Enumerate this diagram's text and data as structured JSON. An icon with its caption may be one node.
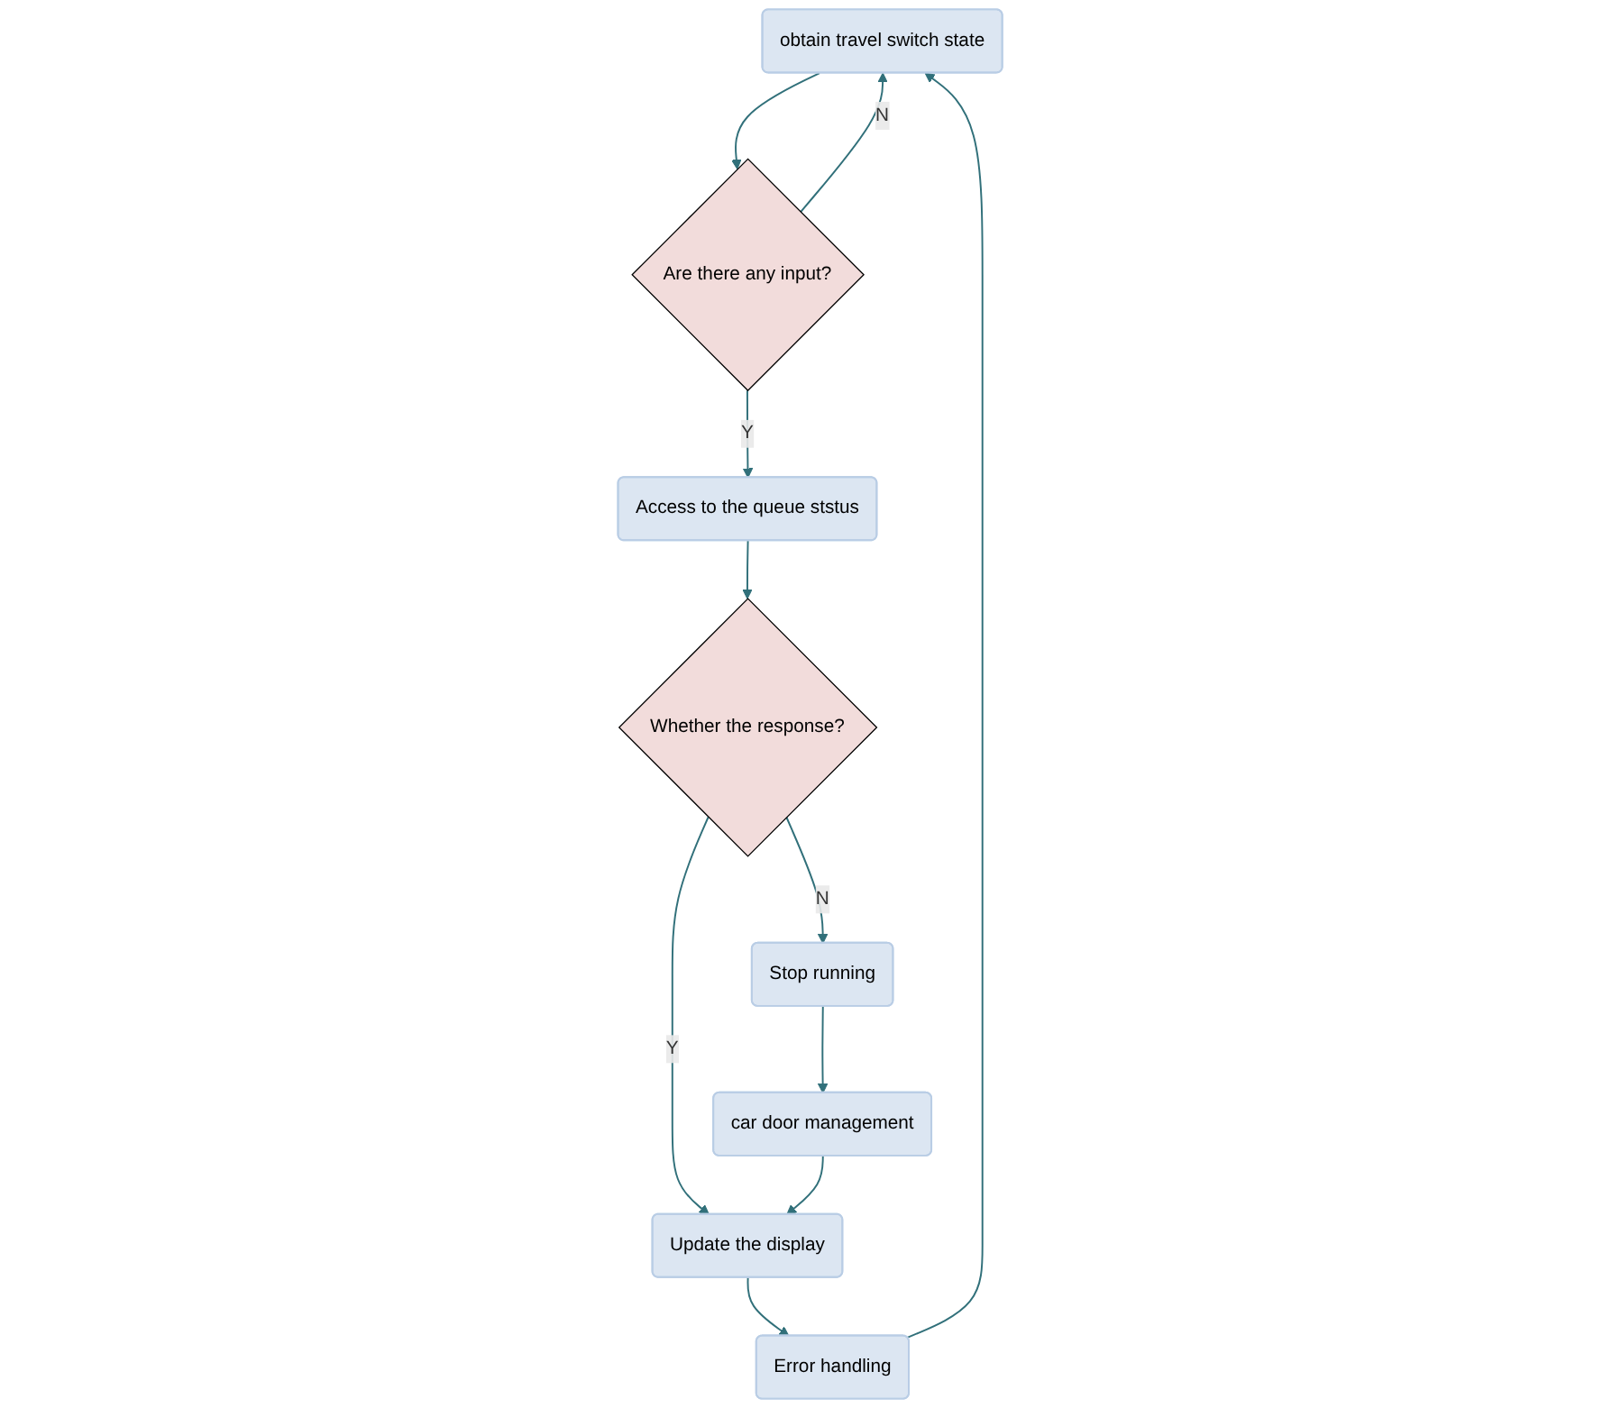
{
  "diagram": {
    "nodes": [
      {
        "text": [
          "obtain travel switch state"
        ]
      },
      {
        "text": [
          "Are there any input?"
        ]
      },
      {
        "text": [
          "Error handling"
        ]
      },
      {
        "text": [
          "Access to the queue ststus"
        ]
      },
      {
        "text": [
          "Whether the response?"
        ]
      },
      {
        "text": [
          "Stop running"
        ]
      },
      {
        "text": [
          "car door management"
        ]
      },
      {
        "text": [
          "Update the display"
        ]
      }
    ],
    "edges": [
      {
        "from": 0,
        "to": 1,
        "arrow": "to"
      },
      {
        "from": 1,
        "to": 0,
        "arrow": "to",
        "label": "N"
      },
      {
        "from": 1,
        "to": 3,
        "arrow": "to",
        "label": "Y"
      },
      {
        "from": 3,
        "to": 4,
        "arrow": "to"
      },
      {
        "from": 4,
        "to": 5,
        "arrow": "to",
        "label": "N"
      },
      {
        "from": 4,
        "to": 7,
        "arrow": "to",
        "label": "Y"
      },
      {
        "from": 5,
        "to": 6,
        "arrow": "to"
      },
      {
        "from": 6,
        "to": 7,
        "arrow": "to"
      },
      {
        "from": 7,
        "to": 2,
        "arrow": "to"
      },
      {
        "from": 2,
        "to": 0,
        "arrow": "to"
      }
    ]
  }
}
